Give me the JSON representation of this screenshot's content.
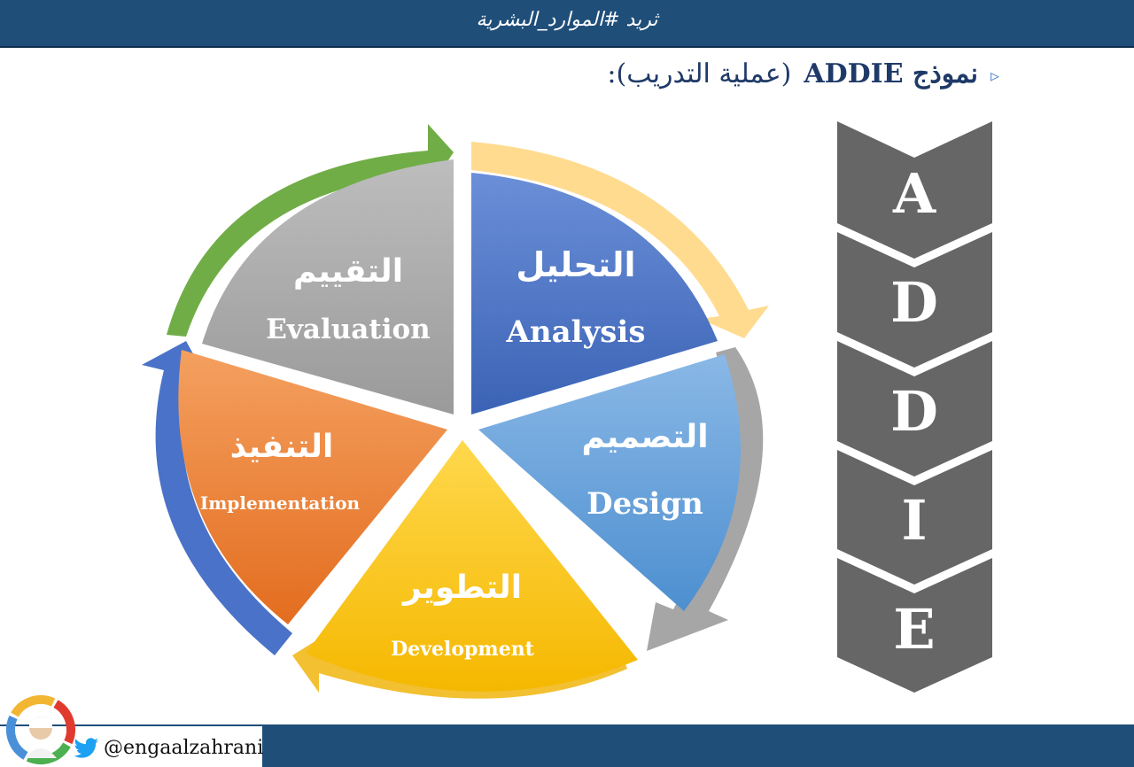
{
  "header": {
    "title": "ثريد #الموارد_البشرية"
  },
  "heading": {
    "text": "نموذج ADDIE",
    "subtitle": "(عملية التدريب):"
  },
  "cycle": {
    "segments": [
      {
        "key": "analysis",
        "arabic": "التحليل",
        "english": "Analysis",
        "color": "#4472c4"
      },
      {
        "key": "design",
        "arabic": "التصميم",
        "english": "Design",
        "color": "#5b9bd5"
      },
      {
        "key": "development",
        "arabic": "التطوير",
        "english": "Development",
        "color": "#ffc000"
      },
      {
        "key": "implementation",
        "arabic": "التنفيذ",
        "english": "Implementation",
        "color": "#ed7d31"
      },
      {
        "key": "evaluation",
        "arabic": "التقييم",
        "english": "Evaluation",
        "color": "#a5a5a5"
      }
    ]
  },
  "addie_letters": [
    "A",
    "D",
    "D",
    "I",
    "E"
  ],
  "footer": {
    "handle": "@engaalzahrani"
  },
  "colors": {
    "header_bg": "#1f4e79",
    "heading_text": "#1f3a68",
    "chevron": "#666666"
  }
}
